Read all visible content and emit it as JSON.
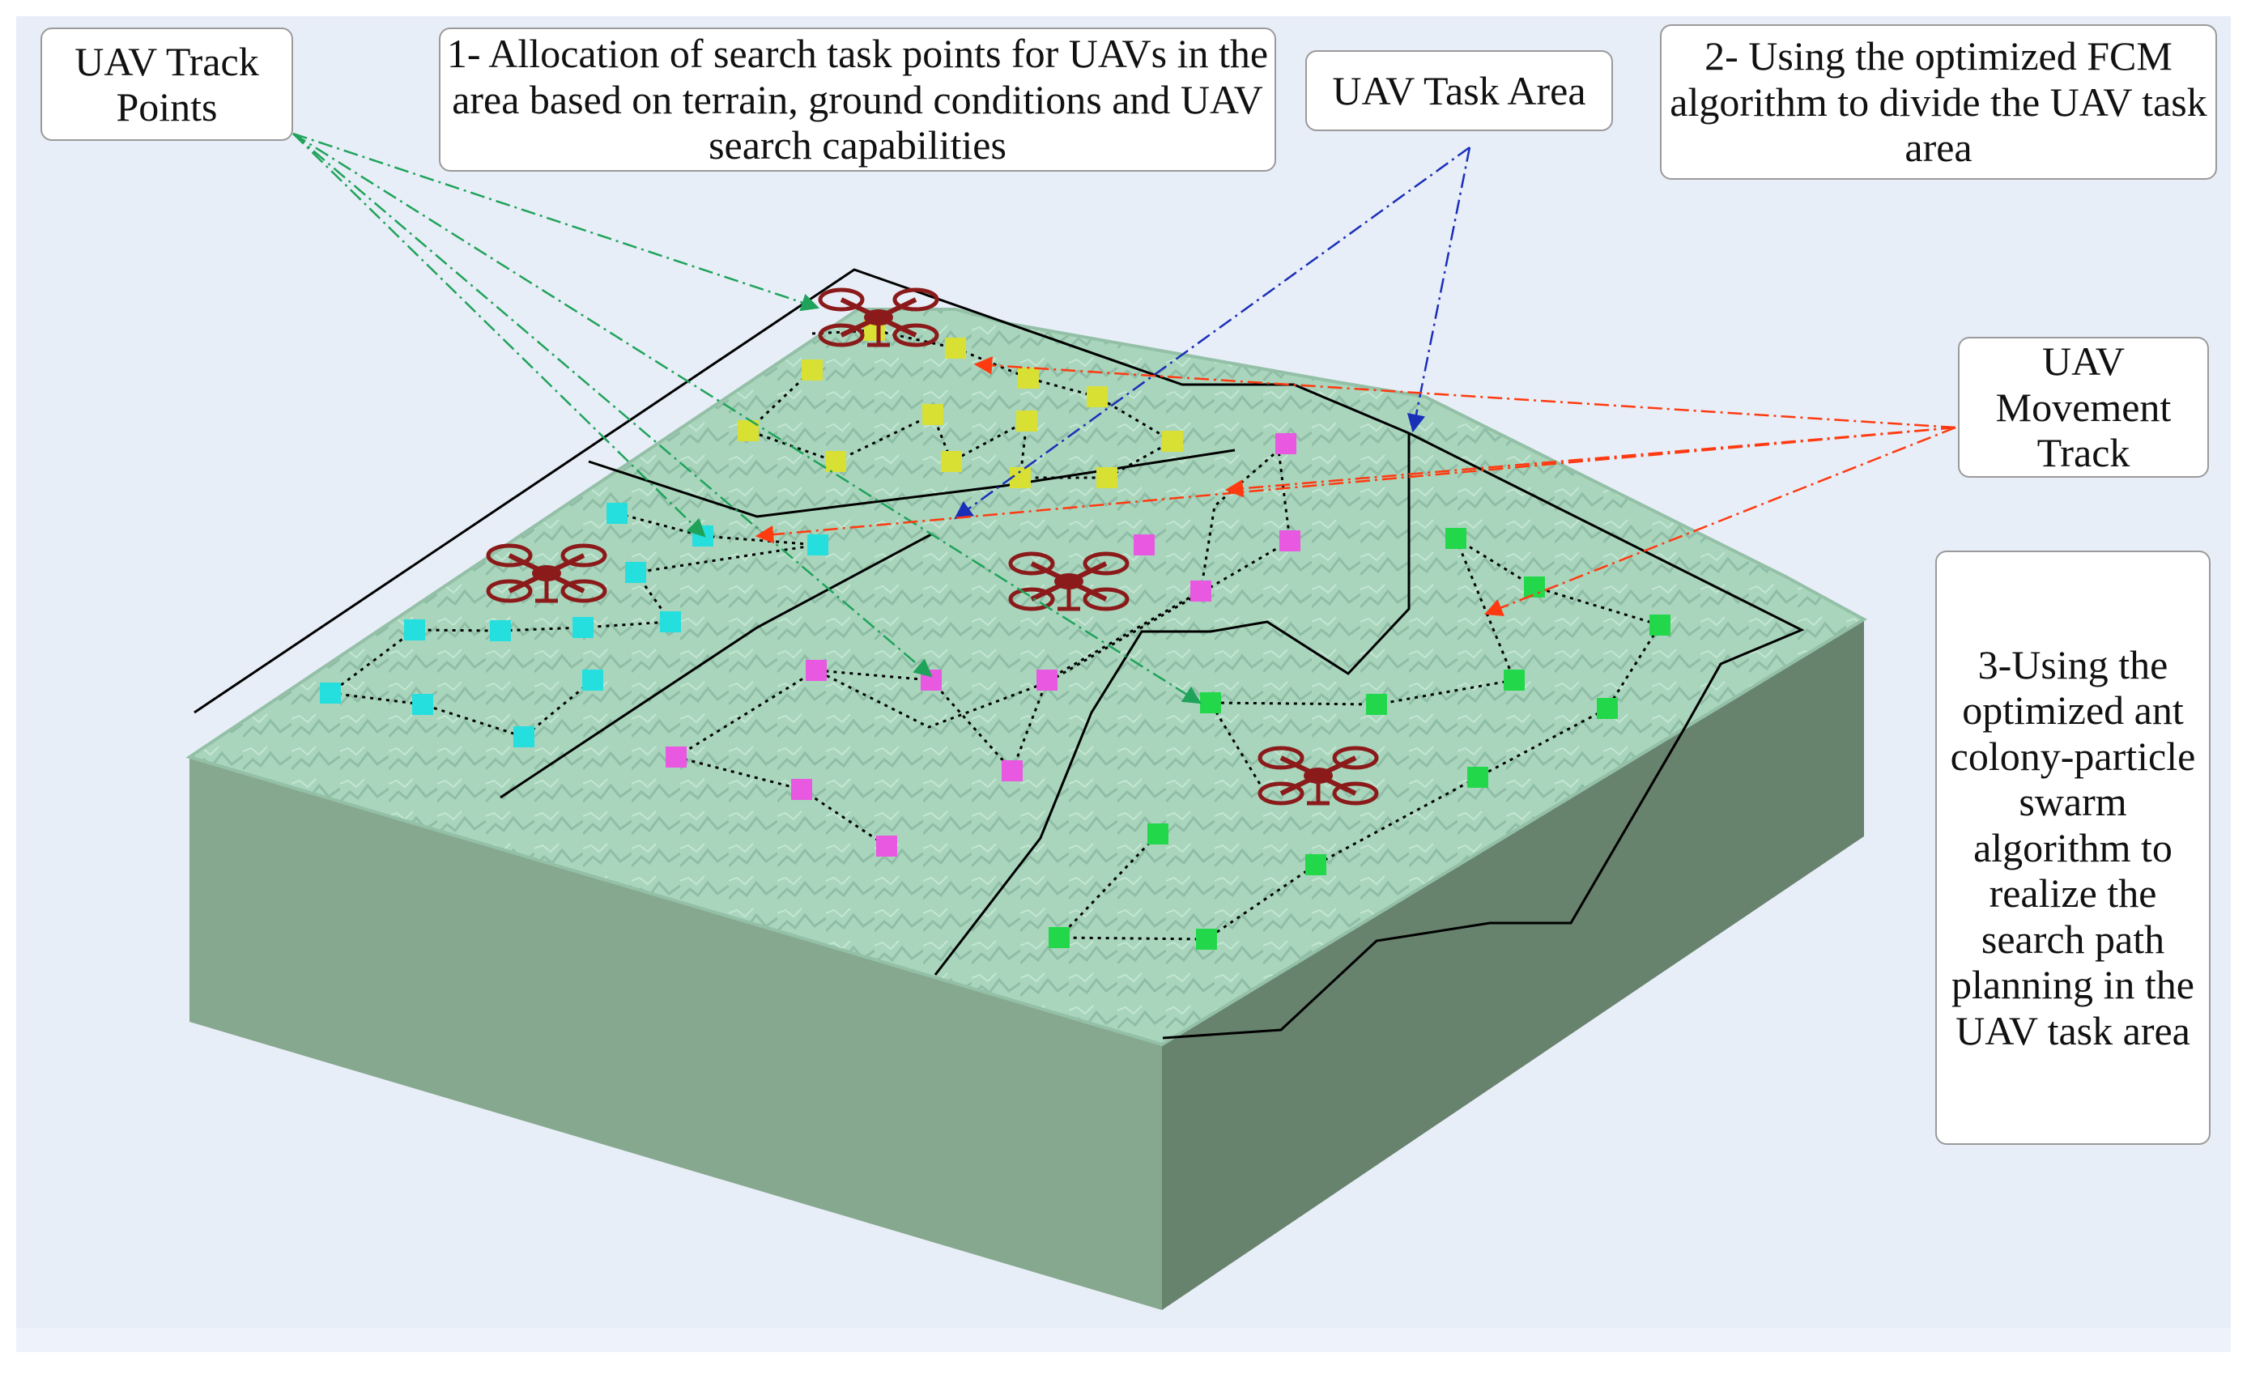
{
  "labels": {
    "track_points": "UAV Track Points",
    "step1": "1- Allocation of search task points for UAVs in the area based on terrain, ground conditions and UAV search capabilities",
    "task_area": "UAV Task Area",
    "step2": "2- Using the optimized FCM algorithm to divide the UAV task area",
    "movement_track": "UAV Movement Track",
    "step3": "3-Using the optimized ant colony-particle swarm algorithm to realize the search path planning in the UAV task area"
  },
  "colors": {
    "background": "#e8eef8",
    "terrain_top": "#a8d4bc",
    "terrain_front": "#86a88e",
    "terrain_side": "#67826d",
    "region_border": "#000000",
    "track_line": "#000000",
    "uav": "#8b1a1a",
    "track_points_leader": "#1fa35a",
    "task_area_leader": "#1a2fb8",
    "movement_leader": "#ff3a10",
    "region_yellow": "#d8e034",
    "region_cyan": "#25dede",
    "region_magenta": "#e858e0",
    "region_green": "#22d84a"
  },
  "icons": [
    "uav-quadrotor-icon"
  ]
}
